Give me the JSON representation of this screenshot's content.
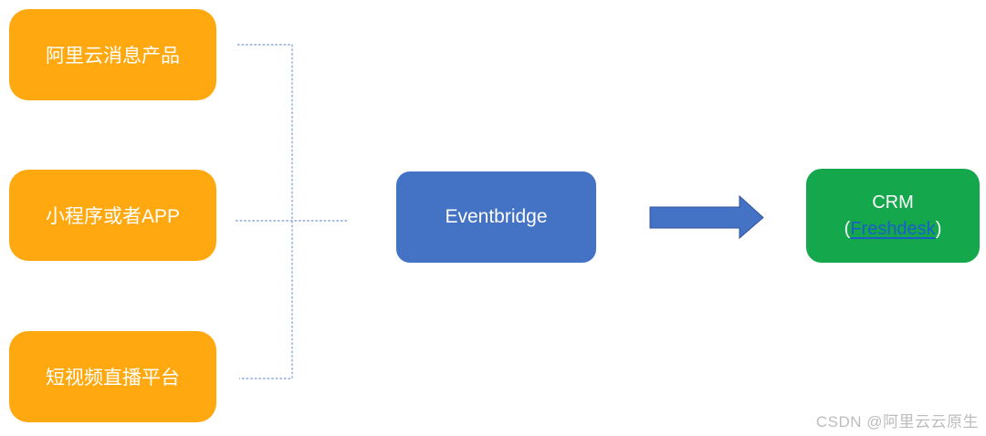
{
  "nodes": {
    "sources": [
      {
        "label": "阿里云消息产品"
      },
      {
        "label": "小程序或者APP"
      },
      {
        "label": "短视频直播平台"
      }
    ],
    "hub": {
      "label": "Eventbridge"
    },
    "target": {
      "title": "CRM",
      "paren_open": "(",
      "link_label": "Freshdesk",
      "paren_close": ")"
    }
  },
  "watermark": {
    "text": "CSDN @阿里云云原生"
  },
  "colors": {
    "source_fill": "#FFA80F",
    "hub_fill": "#4472C4",
    "arrow_fill": "#4472C4",
    "arrow_outline": "#35539E",
    "target_fill": "#15A74B",
    "link": "#1C5EC8",
    "connector": "#8EA9DB",
    "watermark": "#BDBDBD"
  }
}
